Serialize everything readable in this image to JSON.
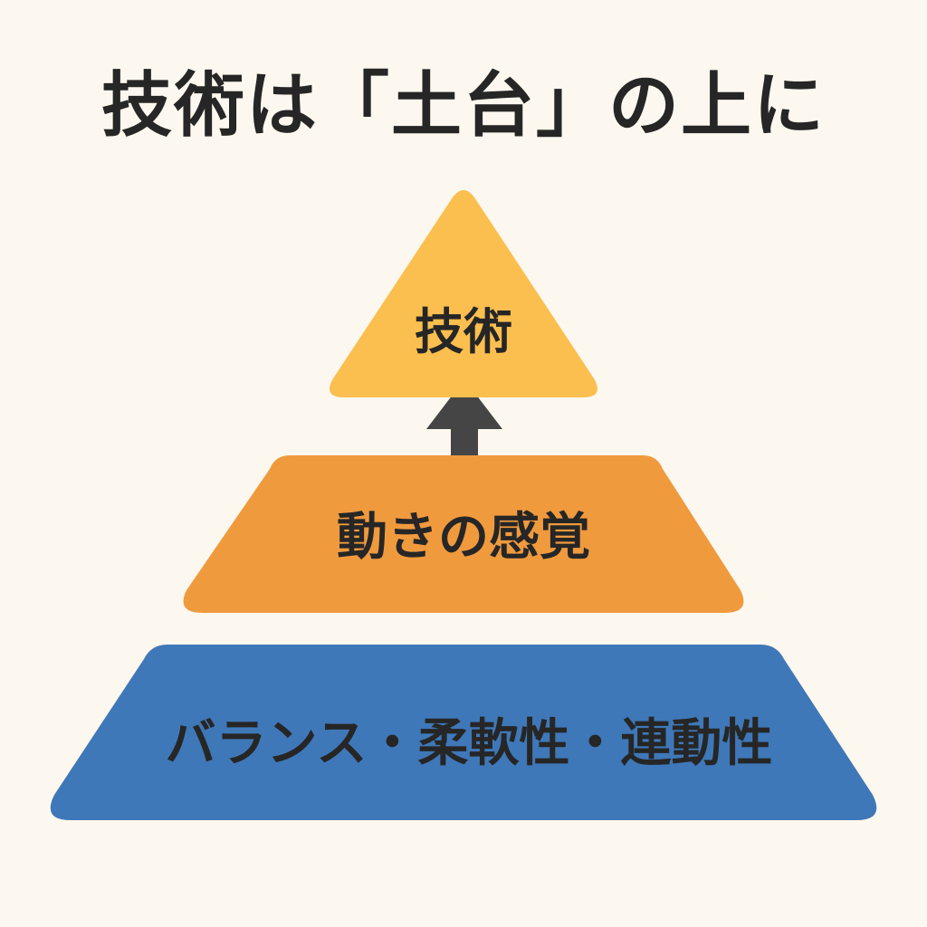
{
  "title": "技術は「土台」の上に",
  "tiers": {
    "top": {
      "label": "技術",
      "color": "#fbbf4f"
    },
    "middle": {
      "label": "動きの感覚",
      "color": "#f09a3e"
    },
    "base": {
      "label": "バランス・柔軟性・連動性",
      "color": "#3f78b8"
    }
  },
  "arrow": {
    "icon": "up-arrow-icon",
    "color": "#454545"
  }
}
